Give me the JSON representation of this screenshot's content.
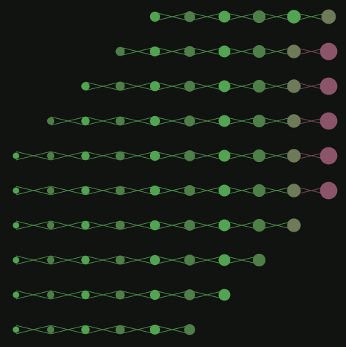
{
  "diagram": {
    "background": "#111311",
    "rows": [
      {
        "start": 4,
        "nodes": [
          "b",
          "a",
          "b",
          "a",
          "b",
          "o"
        ]
      },
      {
        "start": 3,
        "nodes": [
          "b",
          "a",
          "b",
          "a",
          "b",
          "o",
          "p"
        ]
      },
      {
        "start": 2,
        "nodes": [
          "b",
          "a",
          "b",
          "a",
          "b",
          "a",
          "o",
          "p"
        ]
      },
      {
        "start": 1,
        "nodes": [
          "b",
          "a",
          "b",
          "a",
          "b",
          "a",
          "b",
          "o",
          "p"
        ]
      },
      {
        "start": 0,
        "nodes": [
          "b",
          "a",
          "b",
          "a",
          "b",
          "a",
          "b",
          "a",
          "o",
          "p"
        ]
      },
      {
        "start": 0,
        "nodes": [
          "b",
          "a",
          "b",
          "a",
          "b",
          "a",
          "b",
          "a",
          "o",
          "p"
        ]
      },
      {
        "start": 0,
        "nodes": [
          "b",
          "a",
          "b",
          "a",
          "b",
          "a",
          "b",
          "a",
          "o"
        ]
      },
      {
        "start": 0,
        "nodes": [
          "b",
          "a",
          "b",
          "a",
          "b",
          "a",
          "b",
          "a"
        ]
      },
      {
        "start": 0,
        "nodes": [
          "b",
          "a",
          "b",
          "a",
          "b",
          "a",
          "b"
        ]
      },
      {
        "start": 0,
        "nodes": [
          "b",
          "a",
          "b",
          "a",
          "b",
          "a"
        ]
      }
    ],
    "node_colors": {
      "a": "#4f9a4d",
      "b": "#52a452",
      "g": "#4f7f48",
      "o": "#6e7a58",
      "p": "#8b5468"
    },
    "edge_colors": {
      "green": "#56a855",
      "pink": "#8b5468"
    }
  }
}
